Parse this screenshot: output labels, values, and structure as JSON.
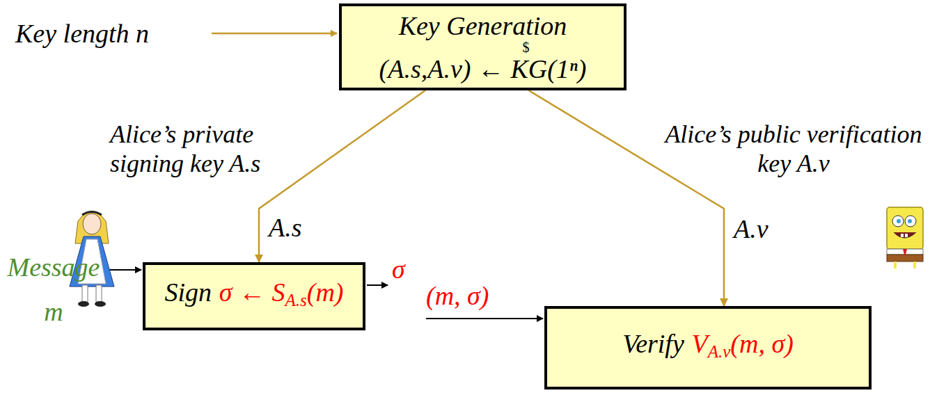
{
  "diagram": {
    "nodes": [
      {
        "text": [
          "Key Generation",
          "$",
          "(A.s,A.v) ← KG(1ⁿ)"
        ]
      },
      {
        "text": [
          "Sign",
          "σ ← S",
          "A.s",
          "(m)"
        ]
      },
      {
        "text": [
          "Verify",
          "V",
          "A.v",
          "(m, σ)"
        ]
      }
    ],
    "edges": [
      {
        "from": 0,
        "to": 1,
        "arrow": "to"
      },
      {
        "from": 0,
        "to": 2,
        "arrow": "to"
      }
    ],
    "labels": [
      "Key length n",
      "Alice’s private signing key A.s",
      "Alice’s public verification key A.v",
      "A.s",
      "A.v",
      "Message m",
      "σ",
      "(m, σ)"
    ]
  }
}
